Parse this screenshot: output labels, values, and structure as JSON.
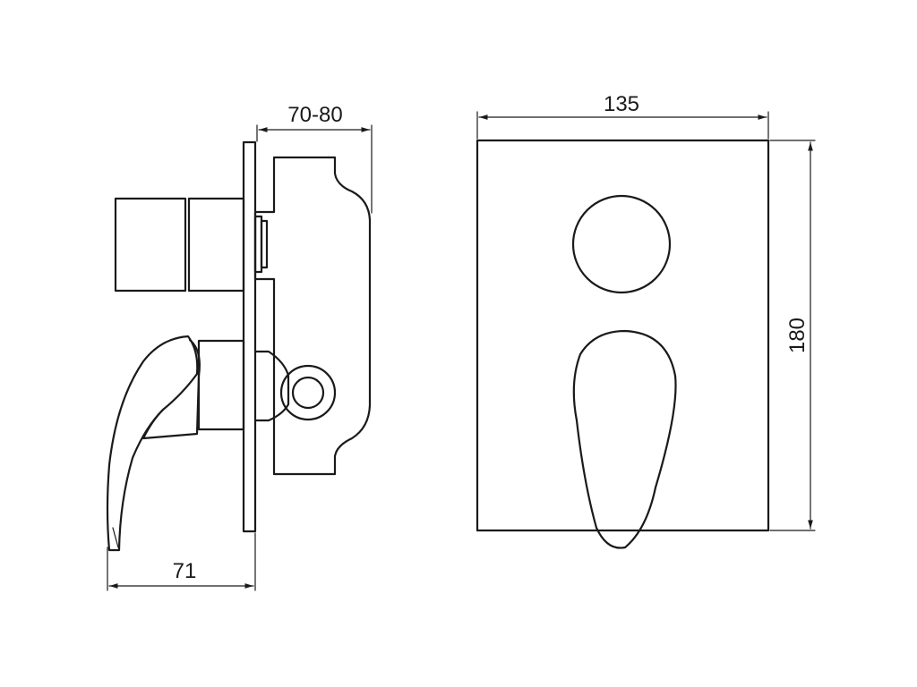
{
  "diagram": {
    "dimensions": {
      "depth_range": "70-80",
      "width": "135",
      "height": "180",
      "lever_projection": "71"
    },
    "colors": {
      "line": "#1a1a1a",
      "background": "#ffffff"
    }
  }
}
